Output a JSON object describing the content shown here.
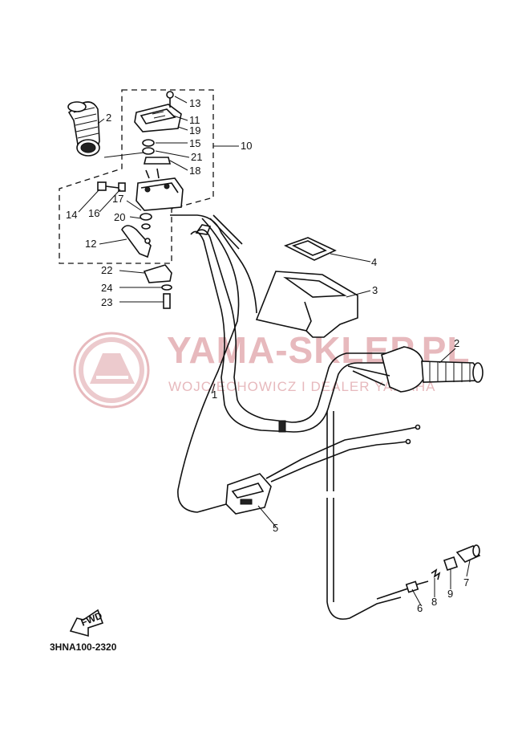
{
  "diagram": {
    "part_code": "3HNA100-2320",
    "fwd_label": "FWD",
    "watermark": {
      "title": "YAMA-SKLEP.PL",
      "subtitle": "WOJCIECHOWICZ I DEALER YAMAHA"
    },
    "callouts": [
      "1",
      "2",
      "2",
      "3",
      "4",
      "5",
      "6",
      "7",
      "8",
      "9",
      "10",
      "11",
      "12",
      "13",
      "14",
      "15",
      "16",
      "17",
      "18",
      "19",
      "20",
      "21",
      "22",
      "23",
      "24"
    ]
  }
}
